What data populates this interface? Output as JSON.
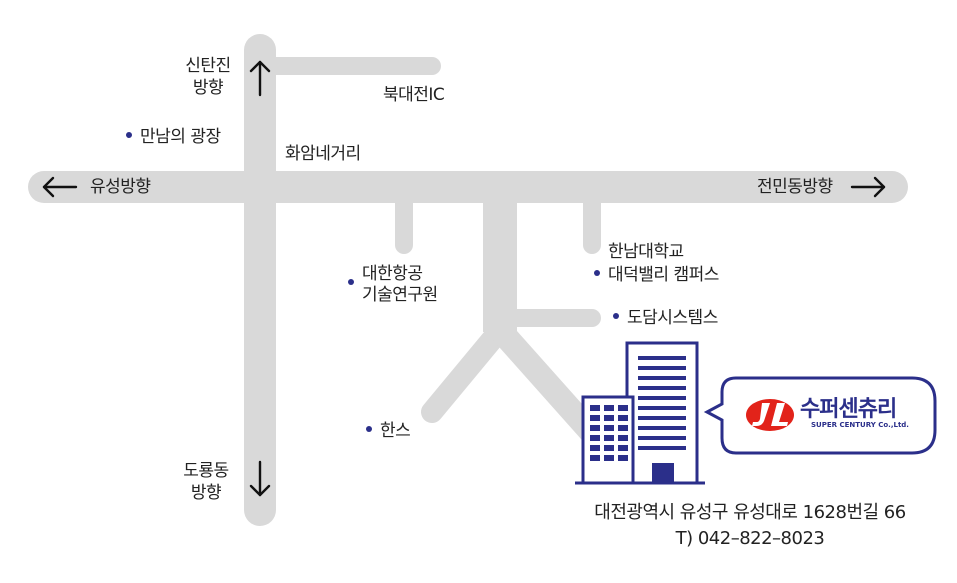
{
  "labels": {
    "sintanjin": "신탄진",
    "sintanjin_dir": "방향",
    "bukdae_ic": "북대전IC",
    "mannam": "만남의 광장",
    "hwaam": "화암네거리",
    "yuseong": "유성방향",
    "jeonmin": "전민동방향",
    "hannam": "한남대학교",
    "hannam2": "대덕밸리 캠퍼스",
    "kaa1": "대한항공",
    "kaa2": "기술연구원",
    "dodam": "도담시스템스",
    "hans": "한스",
    "doryong": "도룡동",
    "doryong_dir": "방향"
  },
  "logo": {
    "name": "수퍼센츄리",
    "sub": "SUPER CENTURY Co.,Ltd."
  },
  "address": {
    "line1": "대전광역시 유성구 유성대로 1628번길 66",
    "line2": "T) 042–822–8023"
  },
  "colors": {
    "road": "#d9d9d9",
    "brand": "#2b2f8a",
    "logo_red": "#e2231a"
  },
  "icons": [
    "arrow-up-icon",
    "arrow-down-icon",
    "arrow-left-icon",
    "arrow-right-icon",
    "building-icon",
    "company-logo-icon"
  ]
}
